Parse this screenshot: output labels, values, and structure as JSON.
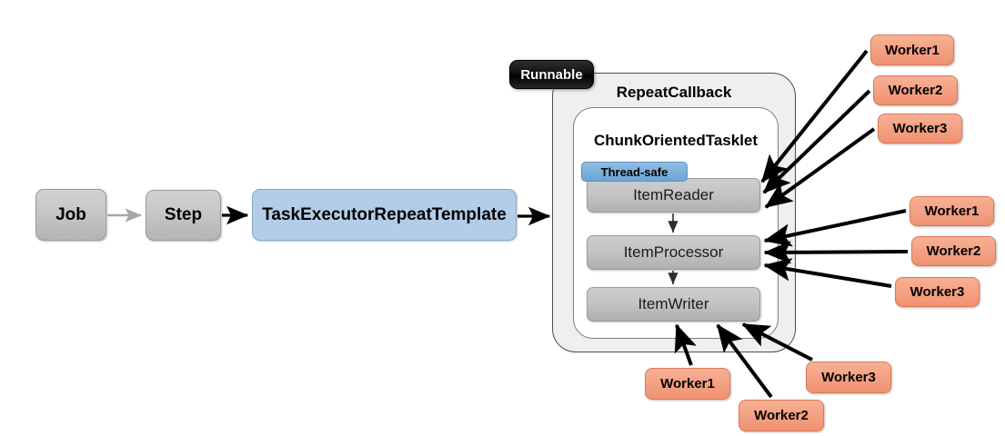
{
  "diagram": {
    "title": "Spring Batch TaskExecutorRepeatTemplate multi-threaded step",
    "colors": {
      "grey_node": "#c8c8c8",
      "blue_node": "#b3cde8",
      "worker_node": "#f4a183",
      "badge_black": "#000000",
      "badge_blue": "#7db0dd",
      "stage_node": "#c4c4c4",
      "container_outer": "#efefef",
      "container_inner": "#ffffff",
      "edge_black": "#000000",
      "edge_grey": "#a6a6a6"
    }
  },
  "flow": {
    "job": "Job",
    "step": "Step",
    "template": "TaskExecutorRepeatTemplate"
  },
  "runnable_badge": "Runnable",
  "containers": {
    "outer_title": "RepeatCallback",
    "inner_title": "ChunkOrientedTasklet"
  },
  "thread_safe_badge": "Thread-safe",
  "stages": [
    {
      "label": "ItemReader"
    },
    {
      "label": "ItemProcessor"
    },
    {
      "label": "ItemWriter"
    }
  ],
  "workers": {
    "reader_group": [
      {
        "label": "Worker1"
      },
      {
        "label": "Worker2"
      },
      {
        "label": "Worker3"
      }
    ],
    "processor_group": [
      {
        "label": "Worker1"
      },
      {
        "label": "Worker2"
      },
      {
        "label": "Worker3"
      }
    ],
    "writer_group": [
      {
        "label": "Worker1"
      },
      {
        "label": "Worker2"
      },
      {
        "label": "Worker3"
      }
    ]
  }
}
